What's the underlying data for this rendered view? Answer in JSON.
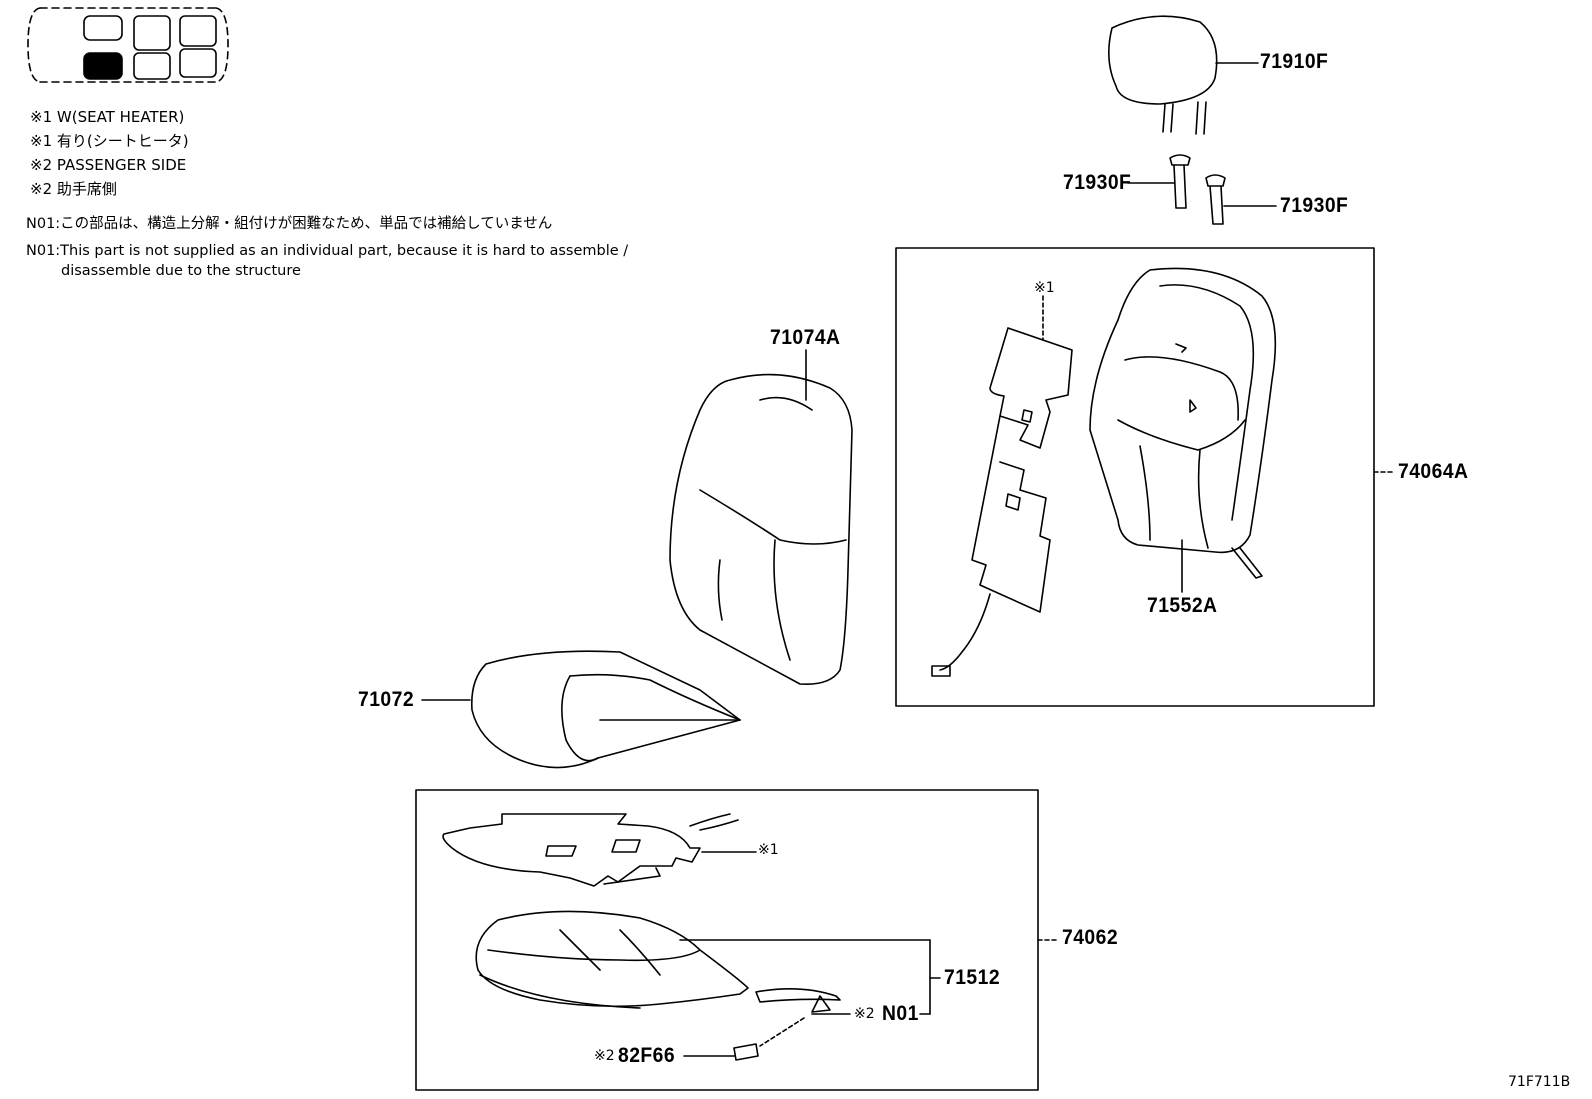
{
  "notes": {
    "line1": "※1 W(SEAT HEATER)",
    "line2": "※1 有り(シートヒータ)",
    "line3": "※2 PASSENGER SIDE",
    "line4": "※2 助手席側",
    "n01_jp": "N01:この部品は、構造上分解・組付けが困難なため、単品では補給していません",
    "n01_en_1": "N01:This part is not supplied as an individual part, because it is hard to assemble /",
    "n01_en_2": "disassemble due to the structure"
  },
  "parts": {
    "headrest": "71910F",
    "guide_left": "71930F",
    "guide_right": "71930F",
    "back_pad": "71074A",
    "back_cover_assy": "74064A",
    "back_cover": "71552A",
    "cushion_pad": "71072",
    "cushion_cover_assy": "74062",
    "cushion_cover": "71512",
    "n01": "N01",
    "connector": "82F66"
  },
  "marks": {
    "mark1_back": "※1",
    "mark1_cushion": "※1",
    "mark2_n01": "※2",
    "mark2_connector": "※2"
  },
  "diagram_code": "71F711B"
}
